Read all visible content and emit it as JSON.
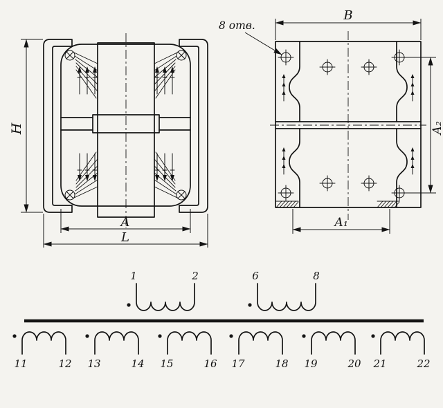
{
  "front_view": {
    "dim_h": "Н",
    "dim_a": "А",
    "dim_l": "L"
  },
  "side_view": {
    "dim_b": "В",
    "dim_a2": "А₂",
    "dim_a1": "А₁",
    "holes_note": "8 отв."
  },
  "schematic": {
    "primary_coils": [
      {
        "start_pin": "1",
        "end_pin": "2"
      },
      {
        "start_pin": "6",
        "end_pin": "8"
      }
    ],
    "secondary_coils": [
      {
        "start_pin": "11",
        "end_pin": "12"
      },
      {
        "start_pin": "13",
        "end_pin": "14"
      },
      {
        "start_pin": "15",
        "end_pin": "16"
      },
      {
        "start_pin": "17",
        "end_pin": "18"
      },
      {
        "start_pin": "19",
        "end_pin": "20"
      },
      {
        "start_pin": "21",
        "end_pin": "22"
      }
    ]
  }
}
